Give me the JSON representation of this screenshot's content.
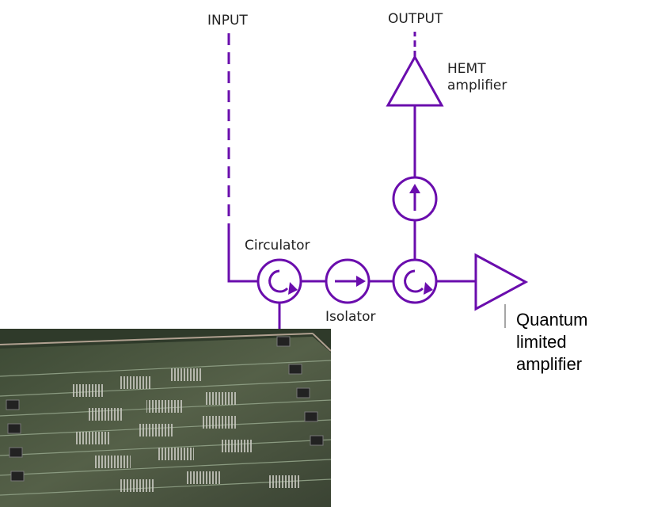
{
  "labels": {
    "input": "INPUT",
    "output": "OUTPUT",
    "hemt": "HEMT\namplifier",
    "circulator": "Circulator",
    "isolator": "Isolator",
    "qla": "Quantum\nlimited\namplifier"
  },
  "colors": {
    "line": "#6a0dad",
    "background": "#ffffff"
  },
  "chip_image": {
    "description_icon": "superconducting-qubit-chip-photo"
  }
}
